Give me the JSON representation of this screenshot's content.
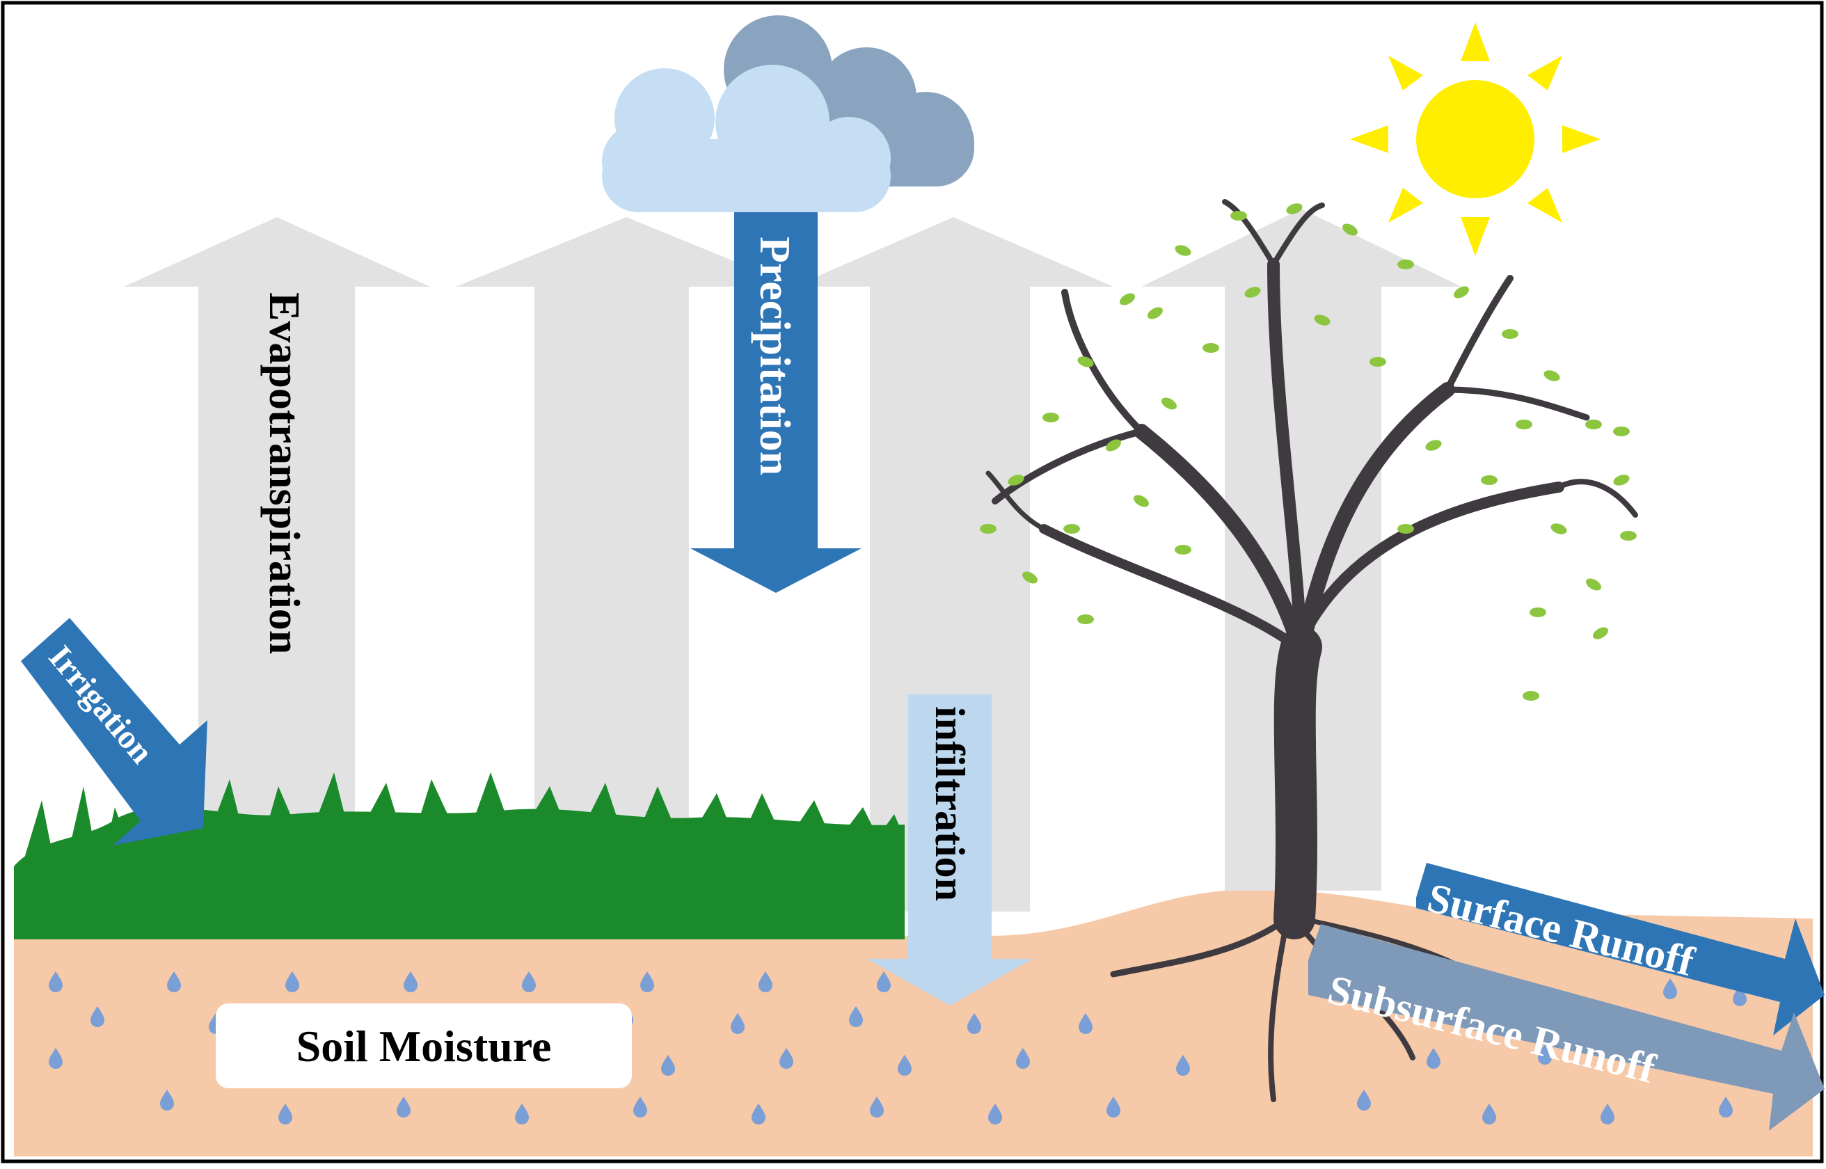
{
  "labels": {
    "evapotranspiration": "Evapotranspiration",
    "precipitation": "Precipitation",
    "irrigation": "Irrigation",
    "infiltration": "infiltration",
    "soil_moisture": "Soil Moisture",
    "surface_runoff": "Surface Runoff",
    "subsurface_runoff": "Subsurface  Runoff"
  },
  "colors": {
    "evap_arrow": "#e2e2e2",
    "precip_arrow": "#2e75b6",
    "infiltration_arrow": "#bdd7ee",
    "soil": "#f6c9a8",
    "grass": "#1a8a2a",
    "sun": "#ffee00",
    "cloud_front": "#c6def4",
    "cloud_back": "#8aa4c0",
    "tree": "#3e3a3f",
    "leaf": "#8cc63f",
    "water_drop": "#7a9fd6",
    "subsurface_arrow": "#7f9ab8"
  }
}
